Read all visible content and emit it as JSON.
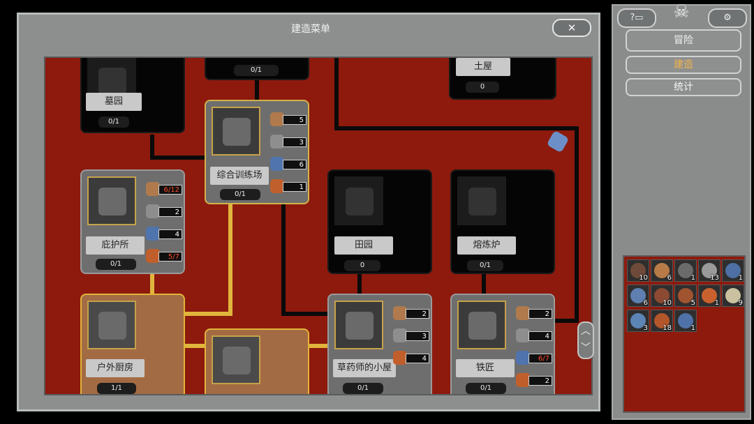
{
  "window": {
    "title": "建造菜单",
    "close_icon": "crossed-tools-icon"
  },
  "cards": [
    {
      "id": "cemetery",
      "name": "墓园",
      "count": "0/1",
      "locked": true
    },
    {
      "id": "unknown-top",
      "name": "",
      "count": "0/1",
      "locked": true
    },
    {
      "id": "hut",
      "name": "土屋",
      "count": "0",
      "locked": true
    },
    {
      "id": "training",
      "name": "综合训练场",
      "count": "0/1",
      "resources": [
        {
          "icon": "wood-plank-icon",
          "value": "5"
        },
        {
          "icon": "stone-icon",
          "value": "3"
        },
        {
          "icon": "metal-orb-icon",
          "value": "6"
        },
        {
          "icon": "food-icon",
          "value": "1"
        }
      ]
    },
    {
      "id": "shelter",
      "name": "庇护所",
      "count": "0/1",
      "resources": [
        {
          "icon": "wood-plank-icon",
          "value": "6/12",
          "warn": true
        },
        {
          "icon": "stone-icon",
          "value": "2"
        },
        {
          "icon": "metal-orb-icon",
          "value": "4"
        },
        {
          "icon": "food-icon",
          "value": "5/7",
          "warn": true
        }
      ]
    },
    {
      "id": "field",
      "name": "田园",
      "count": "0",
      "locked": true
    },
    {
      "id": "smelter",
      "name": "熔炼炉",
      "count": "0/1",
      "locked": true
    },
    {
      "id": "kitchen",
      "name": "户外厨房",
      "count": "1/1",
      "built": true
    },
    {
      "id": "herbalist",
      "name": "草药师的小屋",
      "count": "0/1",
      "resources": [
        {
          "icon": "wood-plank-icon",
          "value": "2"
        },
        {
          "icon": "stone-icon",
          "value": "3"
        },
        {
          "icon": "food-icon",
          "value": "4"
        }
      ]
    },
    {
      "id": "smith",
      "name": "铁匠",
      "count": "0/1",
      "resources": [
        {
          "icon": "wood-plank-icon",
          "value": "2"
        },
        {
          "icon": "stone-icon",
          "value": "4"
        },
        {
          "icon": "metal-orb-icon",
          "value": "6/7",
          "warn": true
        },
        {
          "icon": "food-icon",
          "value": "2"
        }
      ]
    }
  ],
  "scroll": {
    "up": "︿",
    "down": "﹀"
  },
  "side": {
    "tabs": [
      {
        "label": "冒险"
      },
      {
        "label": "建造",
        "selected": true
      },
      {
        "label": "统计"
      }
    ],
    "top_left_icon": "help-icon",
    "top_right_icon": "settings-gear-icon",
    "skull_icon": "skull-icon"
  },
  "inventory": [
    {
      "icon": "orb-shard-icon",
      "count": "10",
      "color": "#6f4a3a"
    },
    {
      "icon": "wood-plank-icon",
      "count": "6",
      "color": "#b87b47"
    },
    {
      "icon": "metal-chunk-icon",
      "count": "1",
      "color": "#6b6b6b"
    },
    {
      "icon": "stone-icon",
      "count": "13",
      "color": "#9a9a9a"
    },
    {
      "icon": "blue-orb-icon",
      "count": "1",
      "color": "#4d6fa3"
    },
    {
      "icon": "crystal-orb-icon",
      "count": "6",
      "color": "#5e7fb0"
    },
    {
      "icon": "seed-icon",
      "count": "10",
      "color": "#8c4a32"
    },
    {
      "icon": "ore-icon",
      "count": "5",
      "color": "#a0542f"
    },
    {
      "icon": "flesh-orb-icon",
      "count": "1",
      "color": "#c9612e"
    },
    {
      "icon": "shell-icon",
      "count": "9",
      "color": "#c9c1a0"
    },
    {
      "icon": "book-icon",
      "count": "3",
      "color": "#5c84b5"
    },
    {
      "icon": "food-icon",
      "count": "18",
      "color": "#b3562b"
    },
    {
      "icon": "globe-icon",
      "count": "1",
      "color": "#4e72a8"
    }
  ]
}
